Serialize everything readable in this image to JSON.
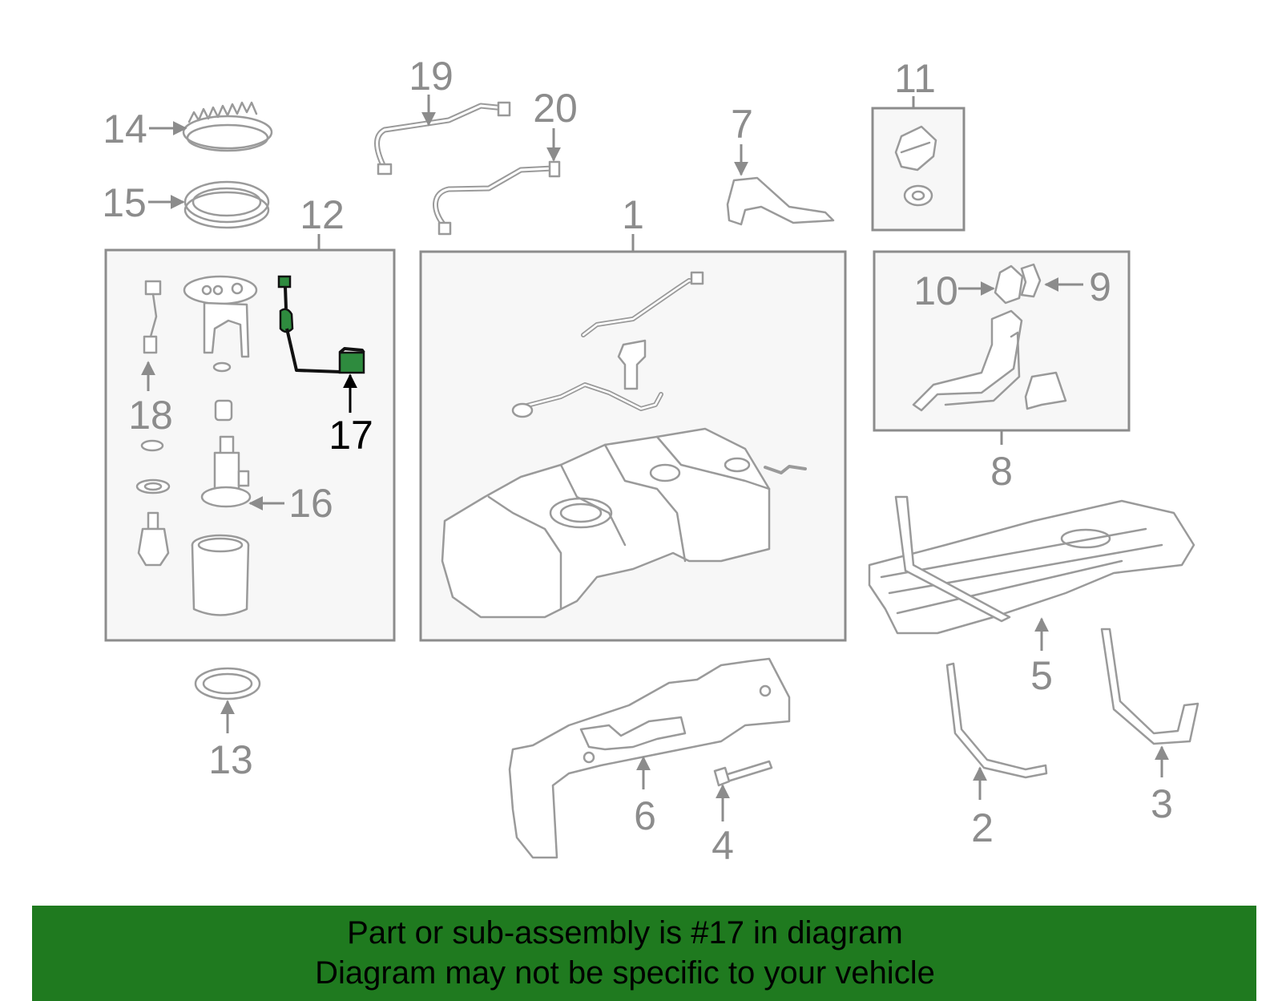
{
  "diagram": {
    "callouts": {
      "c1": "1",
      "c2": "2",
      "c3": "3",
      "c4": "4",
      "c5": "5",
      "c6": "6",
      "c7": "7",
      "c8": "8",
      "c9": "9",
      "c10": "10",
      "c11": "11",
      "c12": "12",
      "c13": "13",
      "c14": "14",
      "c15": "15",
      "c16": "16",
      "c17": "17",
      "c18": "18",
      "c19": "19",
      "c20": "20"
    },
    "highlight_part": "17",
    "colors": {
      "linework": "#9a9a9a",
      "callout_text": "#8c8c8c",
      "highlight_fill": "#2e8b3e",
      "highlight_outline": "#111111",
      "box_background": "#f7f7f7",
      "banner_background": "#1f7a1f"
    }
  },
  "banner": {
    "line1": "Part or sub-assembly is #17 in diagram",
    "line2": "Diagram may not be specific to your vehicle"
  }
}
